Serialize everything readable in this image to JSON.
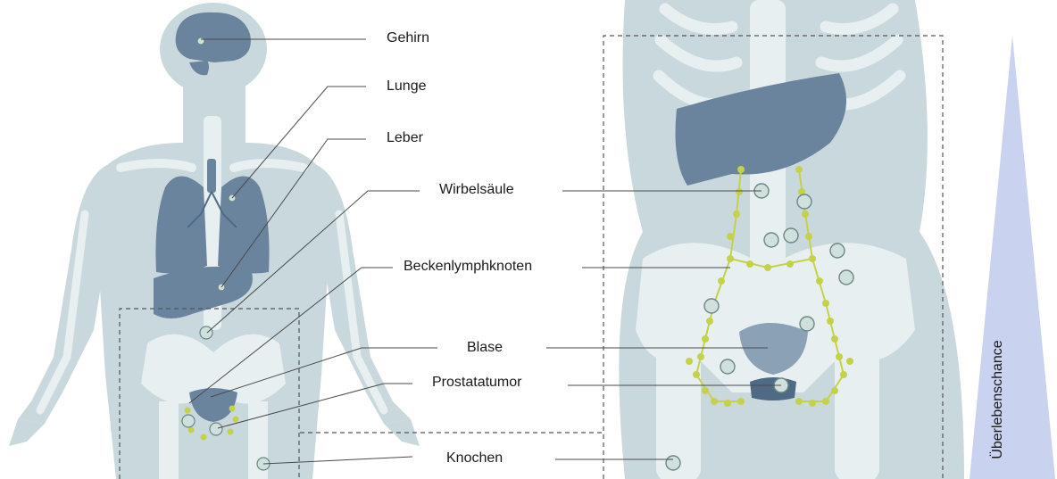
{
  "labels": {
    "gehirn": "Gehirn",
    "lunge": "Lunge",
    "leber": "Leber",
    "wirbelsaeule": "Wirbelsäule",
    "beckenlymphknoten": "Beckenlymphknoten",
    "blase": "Blase",
    "prostatatumor": "Prostatatumor",
    "knochen": "Knochen",
    "ueberlebenschance": "Überlebenschance"
  },
  "colors": {
    "body": "#c9d8dc",
    "bone": "#e8eff1",
    "organ": "#6a849e",
    "lymph": "#c4d24a",
    "tumor": "#8fa6a3",
    "triangle": "#c9d2ee",
    "leader": "#4a4a4a",
    "dashed": "#555555"
  }
}
